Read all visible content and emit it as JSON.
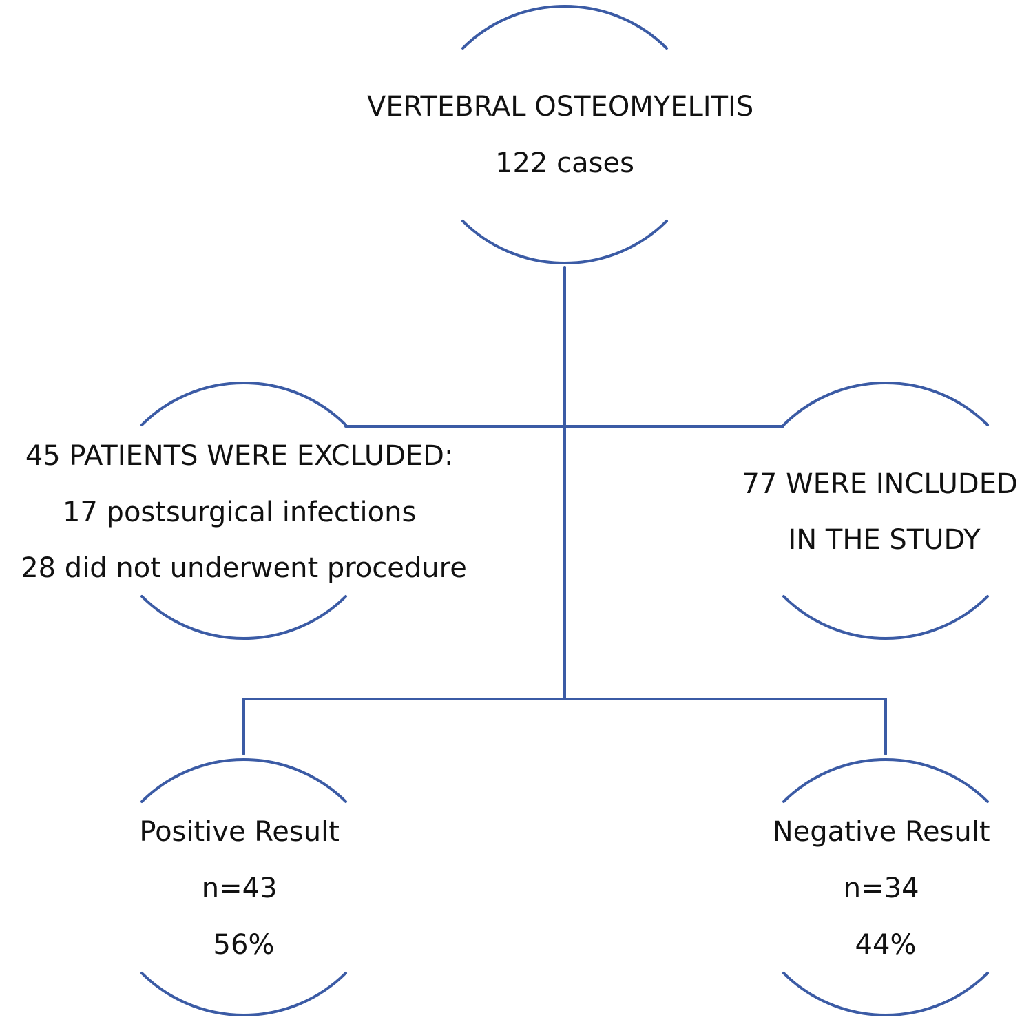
{
  "colors": {
    "line": "#3b5ba5",
    "text": "#111111",
    "background": "#ffffff"
  },
  "nodes": {
    "root": {
      "lines": [
        "VERTEBRAL OSTEOMYELITIS",
        "122 cases"
      ]
    },
    "excluded": {
      "lines": [
        "45 PATIENTS WERE EXCLUDED:",
        "17 postsurgical infections",
        "28 did not underwent procedure"
      ]
    },
    "included": {
      "lines": [
        "77 WERE INCLUDED",
        "IN THE STUDY"
      ]
    },
    "positive": {
      "lines": [
        "Positive Result",
        "n=43",
        "56%"
      ]
    },
    "negative": {
      "lines": [
        "Negative Result",
        "n=34",
        "44%"
      ]
    }
  }
}
